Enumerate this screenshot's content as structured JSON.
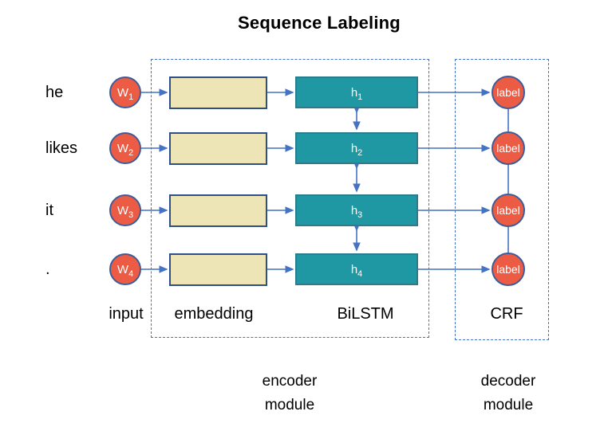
{
  "title": "Sequence Labeling",
  "colors": {
    "background": "#FFFFFF",
    "text": "#000000",
    "accent": "#4472C4",
    "node_red": "#EC5C44",
    "node_red_border": "#3F5C99",
    "teal": "#1F98A3",
    "teal_border": "#2D7C8E",
    "cream": "#EEE5B6",
    "cream_border": "#2F4E8C"
  },
  "rows": [
    {
      "word": "he",
      "w_base": "W",
      "w_sub": "1",
      "h_base": "h",
      "h_sub": "1",
      "crf_label": "label"
    },
    {
      "word": "likes",
      "w_base": "W",
      "w_sub": "2",
      "h_base": "h",
      "h_sub": "2",
      "crf_label": "label"
    },
    {
      "word": "it",
      "w_base": "W",
      "w_sub": "3",
      "h_base": "h",
      "h_sub": "3",
      "crf_label": "label"
    },
    {
      "word": ".",
      "w_base": "W",
      "w_sub": "4",
      "h_base": "h",
      "h_sub": "4",
      "crf_label": "label"
    }
  ],
  "column_labels": {
    "input": "input",
    "embedding": "embedding",
    "bilstm": "BiLSTM",
    "crf": "CRF"
  },
  "modules": {
    "encoder": {
      "line1": "encoder",
      "line2": "module"
    },
    "decoder": {
      "line1": "decoder",
      "line2": "module"
    }
  }
}
